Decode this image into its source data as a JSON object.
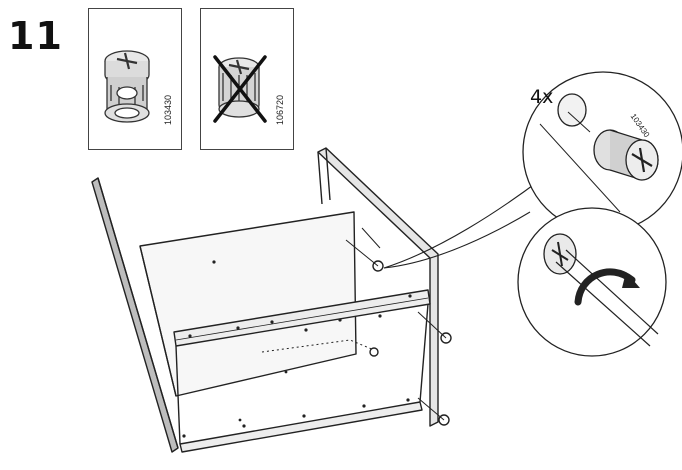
{
  "step": {
    "number": "11"
  },
  "parts": [
    {
      "code": "103430",
      "allowed": true
    },
    {
      "code": "106720",
      "allowed": false
    }
  ],
  "detail": {
    "quantity": "4x",
    "code": "103430"
  }
}
